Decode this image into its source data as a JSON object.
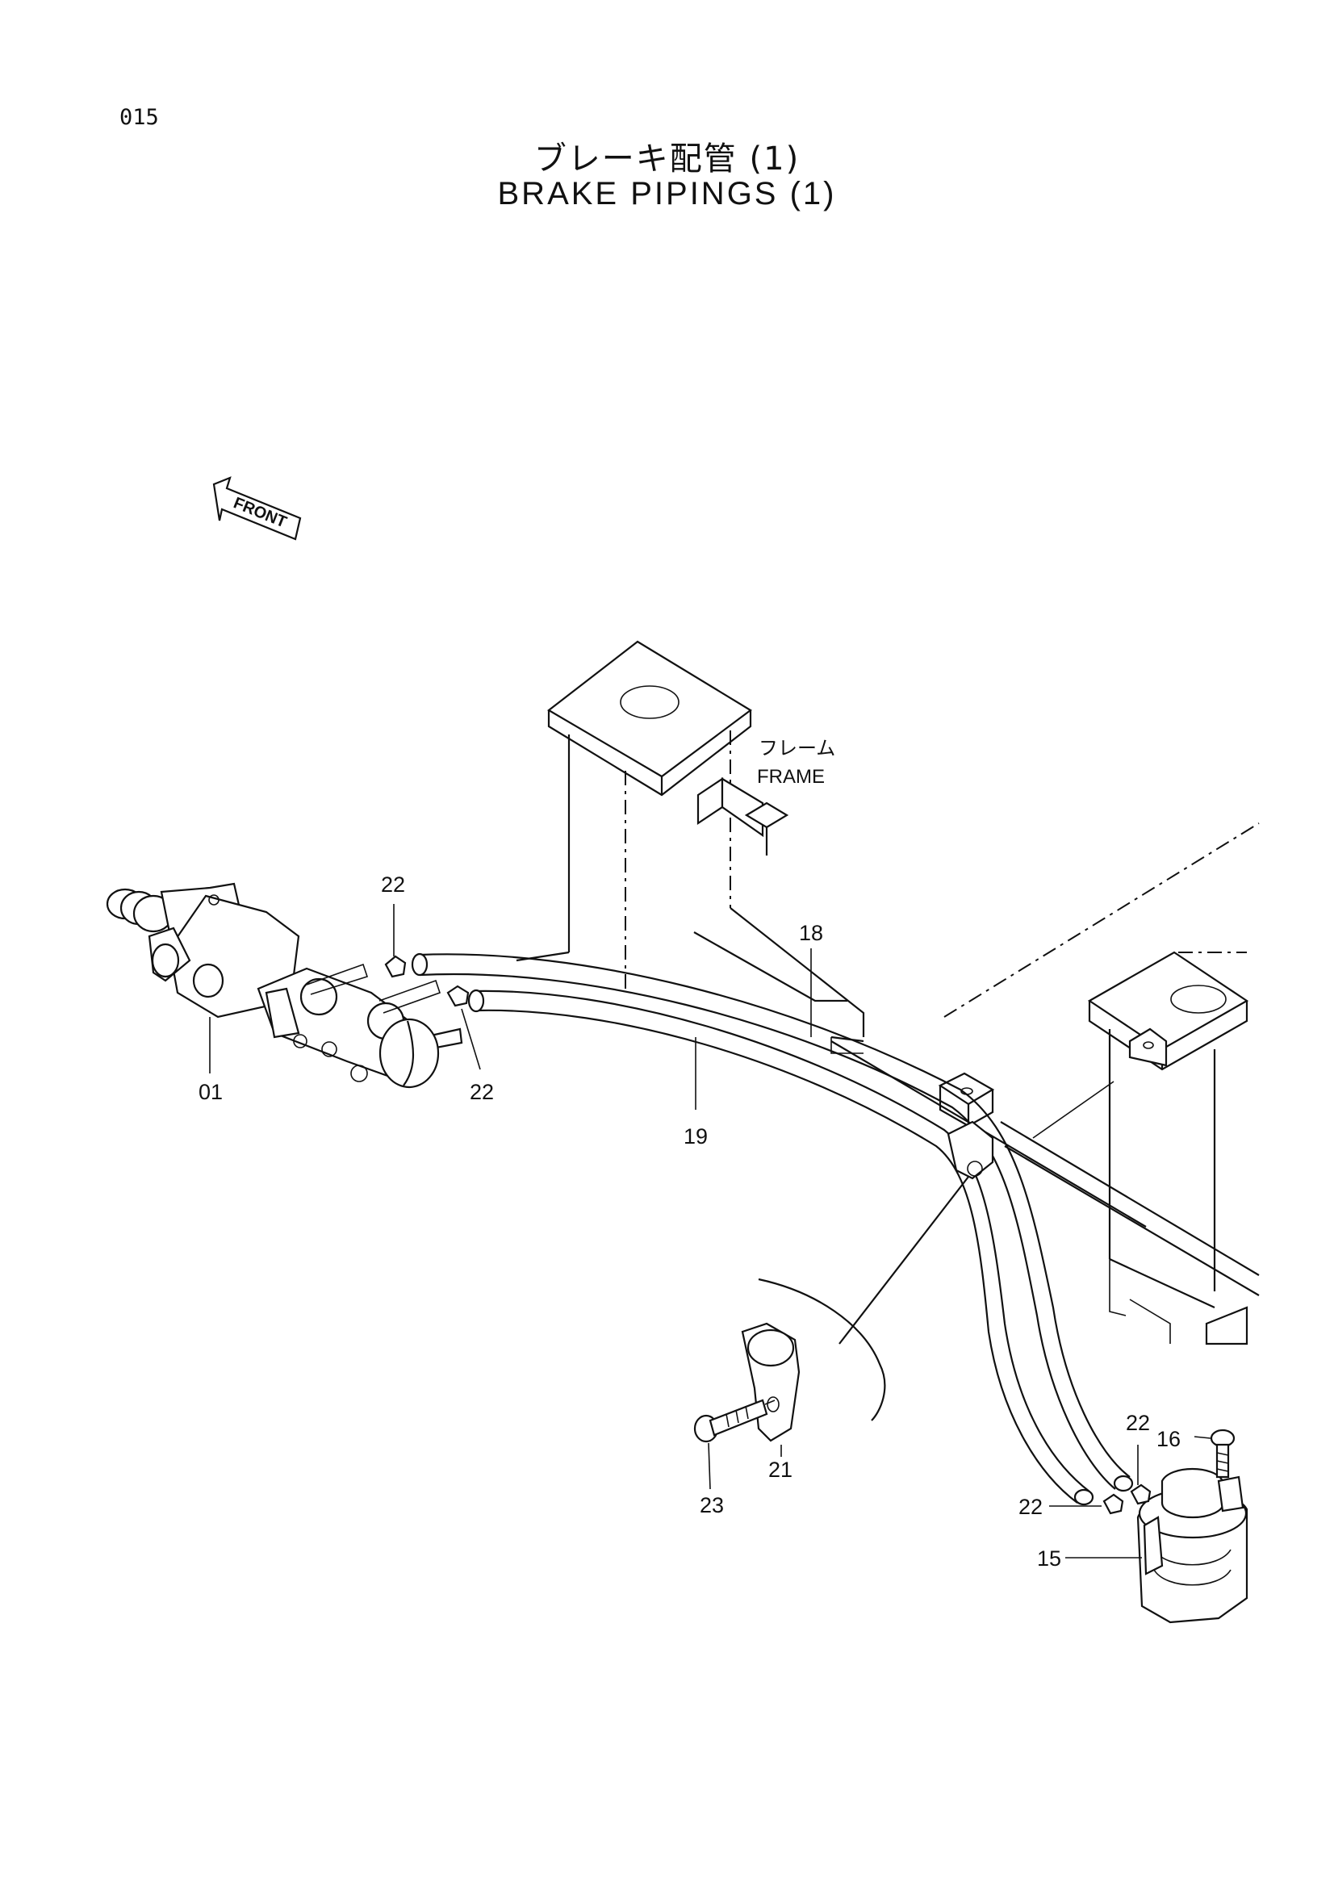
{
  "page_number": "015",
  "title": {
    "japanese": "ブレーキ配管 (1)",
    "english": "BRAKE PIPINGS (1)"
  },
  "front_arrow_label": "FRONT",
  "frame_label": {
    "japanese": "フレーム",
    "english": "FRAME"
  },
  "callouts": [
    {
      "id": "01",
      "text": "01"
    },
    {
      "id": "22a",
      "text": "22"
    },
    {
      "id": "22b",
      "text": "22"
    },
    {
      "id": "18",
      "text": "18"
    },
    {
      "id": "19",
      "text": "19"
    },
    {
      "id": "21",
      "text": "21"
    },
    {
      "id": "23",
      "text": "23"
    },
    {
      "id": "22c",
      "text": "22"
    },
    {
      "id": "16",
      "text": "16"
    },
    {
      "id": "22d",
      "text": "22"
    },
    {
      "id": "15",
      "text": "15"
    }
  ]
}
